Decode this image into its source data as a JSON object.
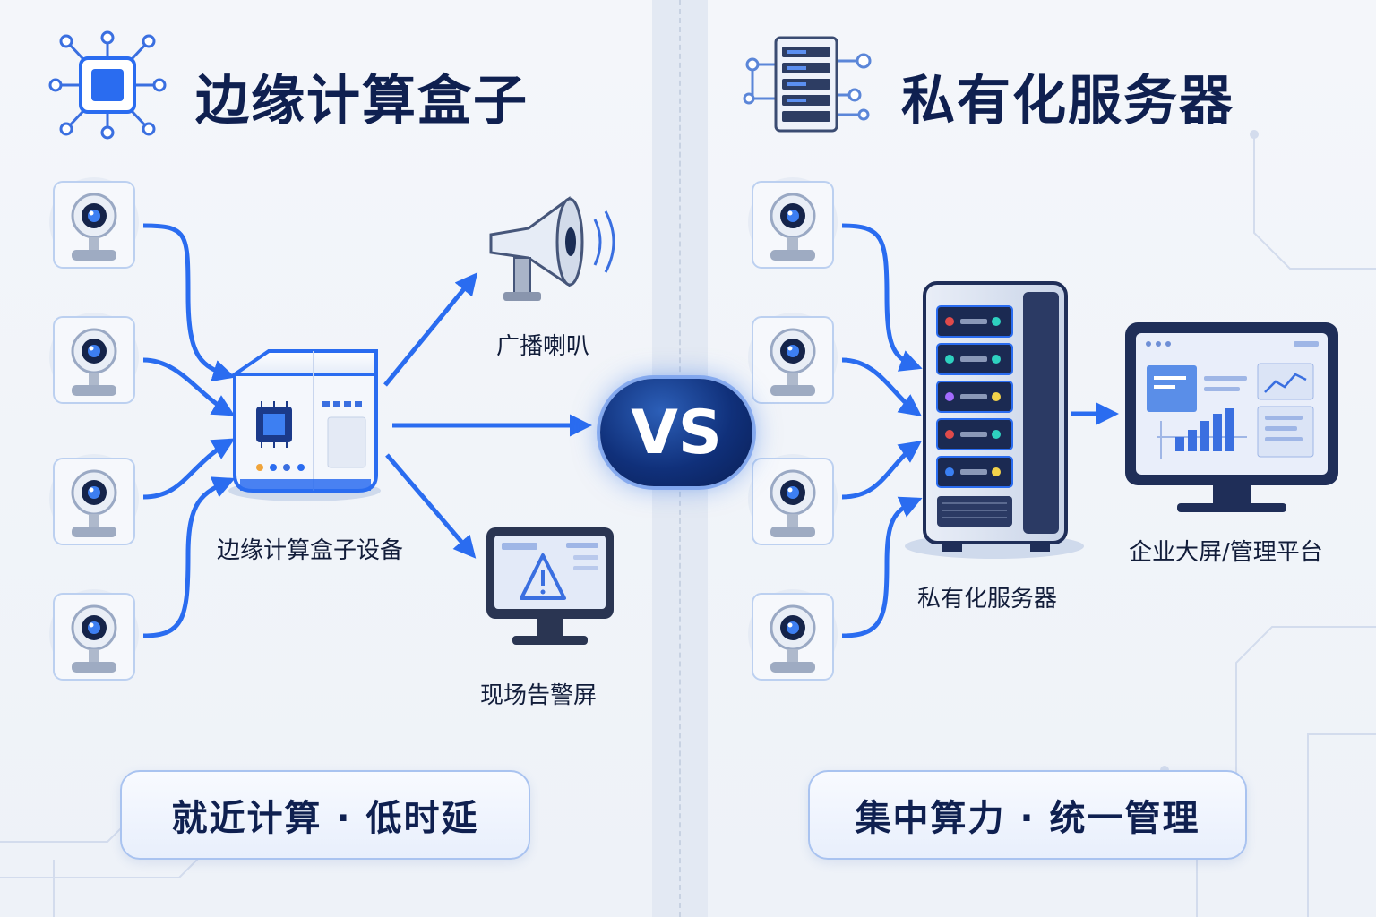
{
  "left": {
    "title": "边缘计算盒子",
    "device_label": "边缘计算盒子设备",
    "speaker_label": "广播喇叭",
    "alarm_label": "现场告警屏",
    "summary": "就近计算 · 低时延"
  },
  "vs": "VS",
  "right": {
    "title": "私有化服务器",
    "server_label": "私有化服务器",
    "display_label": "企业大屏/管理平台",
    "summary": "集中算力 · 统一管理"
  },
  "colors": {
    "accent": "#2a6cf0",
    "navy": "#0f2050",
    "pill_border": "#a9c3f0"
  }
}
